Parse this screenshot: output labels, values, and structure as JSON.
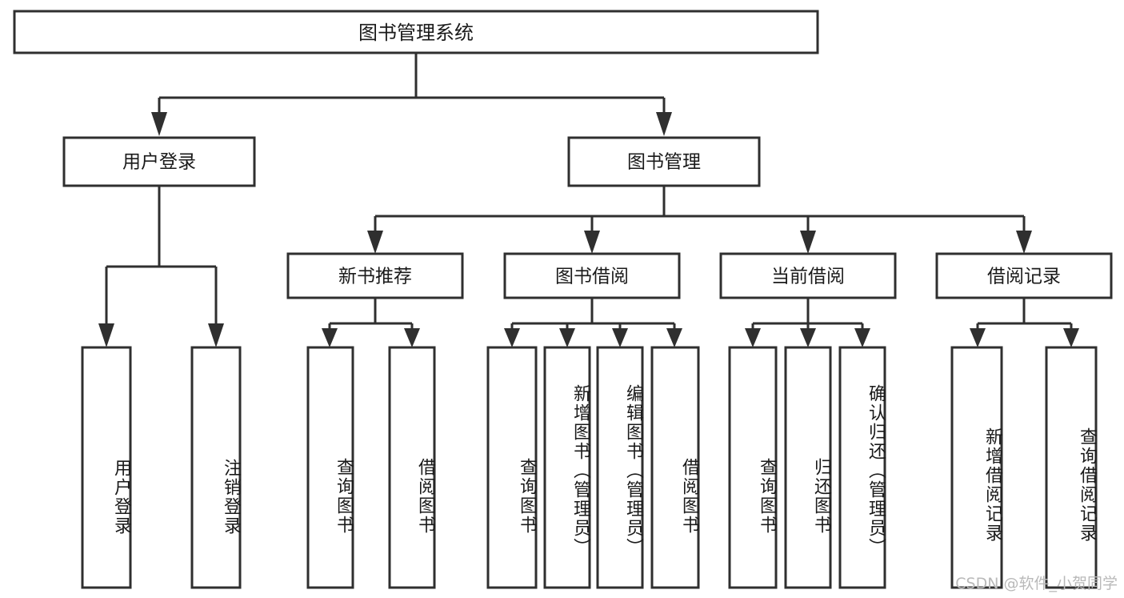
{
  "diagram": {
    "type": "tree",
    "title": "图书管理系统",
    "watermark": "CSDN @软件_小贺同学",
    "colors": {
      "box_stroke": "#2f2f2f",
      "box_fill": "#ffffff",
      "text": "#1a1a1a",
      "connector": "#2f2f2f",
      "watermark": "#b9b9b9",
      "background": "#ffffff"
    },
    "levels": {
      "root": {
        "label": "图书管理系统"
      },
      "level2": [
        {
          "label": "用户登录"
        },
        {
          "label": "图书管理"
        }
      ],
      "level3": [
        {
          "label": "新书推荐"
        },
        {
          "label": "图书借阅"
        },
        {
          "label": "当前借阅"
        },
        {
          "label": "借阅记录"
        }
      ],
      "leaves": [
        {
          "label": "用户登录",
          "parent": "用户登录"
        },
        {
          "label": "注销登录",
          "parent": "用户登录"
        },
        {
          "label": "查询图书",
          "parent": "新书推荐"
        },
        {
          "label": "借阅图书",
          "parent": "新书推荐"
        },
        {
          "label": "查询图书",
          "parent": "图书借阅"
        },
        {
          "label": "新增图书（管理员）",
          "parent": "图书借阅"
        },
        {
          "label": "编辑图书（管理员）",
          "parent": "图书借阅"
        },
        {
          "label": "借阅图书",
          "parent": "图书借阅"
        },
        {
          "label": "查询图书",
          "parent": "当前借阅"
        },
        {
          "label": "归还图书",
          "parent": "当前借阅"
        },
        {
          "label": "确认归还（管理员）",
          "parent": "当前借阅"
        },
        {
          "label": "新增借阅记录",
          "parent": "借阅记录"
        },
        {
          "label": "查询借阅记录",
          "parent": "借阅记录"
        }
      ]
    }
  }
}
